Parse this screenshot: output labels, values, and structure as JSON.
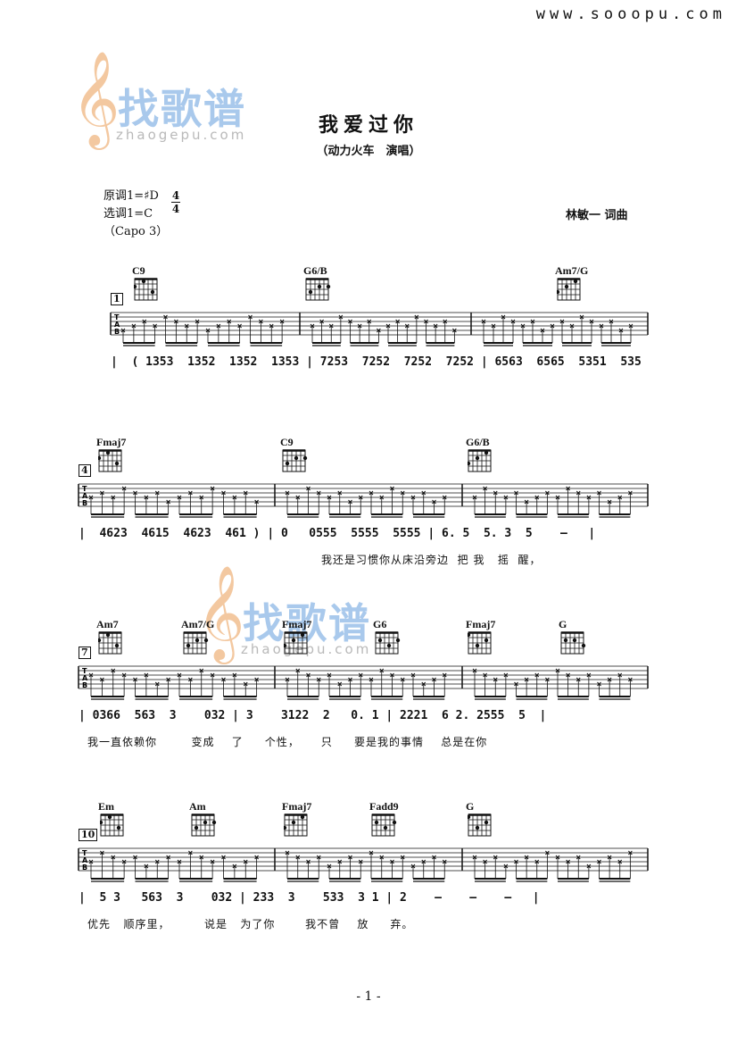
{
  "site": "www.sooopu.com",
  "watermark": {
    "glyph": "𝄞",
    "brand": "找歌谱",
    "url": "zhaogepu.com"
  },
  "title": "我爱过你",
  "subtitle": "（动力火车　演唱）",
  "meta": {
    "key_original": "原调1=♯D",
    "key_selected": "选调1=C",
    "capo": "（Capo 3）",
    "time_top": "4",
    "time_bottom": "4",
    "author": "林敏一 词曲"
  },
  "tab_label": "T\nA\nB",
  "page_number": "- 1 -",
  "systems": [
    {
      "measure": "1",
      "chords": [
        {
          "name": "C9"
        },
        {
          "name": "G6/B"
        },
        {
          "name": "Am7/G"
        }
      ],
      "notation": "|  ( 1353  1352  1352  1353 | 7253  7252  7252  7252 | 6563  6565  5351  535  |",
      "lyrics": ""
    },
    {
      "measure": "4",
      "chords": [
        {
          "name": "Fmaj7"
        },
        {
          "name": "C9"
        },
        {
          "name": "G6/B"
        }
      ],
      "notation": "|  4623  4615  4623  461 ) | 0   0555  5555  5555 | 6. 5  5. 3  5    —   |",
      "lyrics": "我还是习惯你从床沿旁边  把 我   摇  醒，"
    },
    {
      "measure": "7",
      "chords": [
        {
          "name": "Am7"
        },
        {
          "name": "Am7/G"
        },
        {
          "name": "Fmaj7"
        },
        {
          "name": "G6"
        },
        {
          "name": "Fmaj7"
        },
        {
          "name": "G"
        }
      ],
      "notation": "| 0366  563  3    032 | 3    3122  2   0. 1 | 2221  6 2. 2555  5  |",
      "lyrics": "我一直依赖你        变成    了     个性，     只     要是我的事情    总是在你"
    },
    {
      "measure": "10",
      "chords": [
        {
          "name": "Em"
        },
        {
          "name": "Am"
        },
        {
          "name": "Fmaj7"
        },
        {
          "name": "Fadd9"
        },
        {
          "name": "G"
        }
      ],
      "notation": "|  5 3   563  3    032 | 233  3    533  3 1 | 2    —    —    —   |",
      "lyrics": "优先   顺序里，        说是   为了你       我不曾    放     弃。"
    }
  ]
}
